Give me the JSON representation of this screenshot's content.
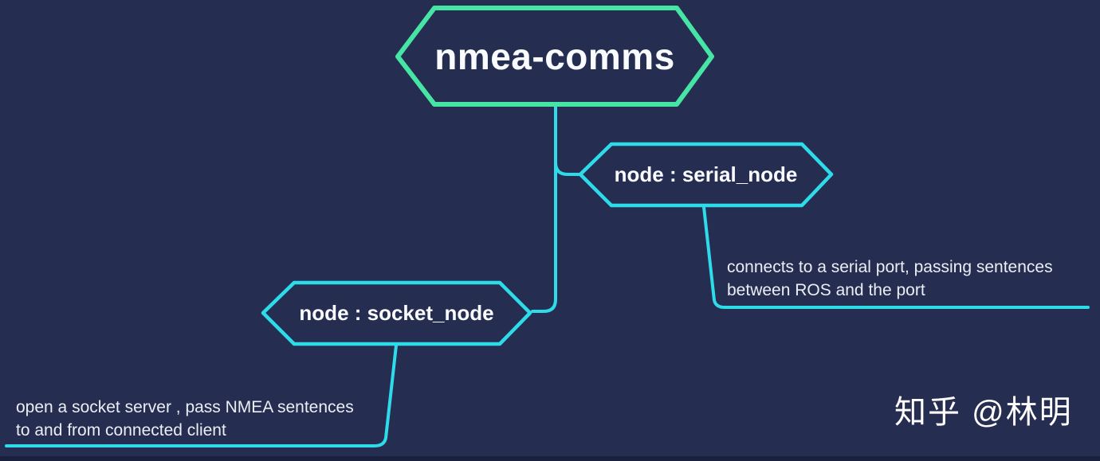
{
  "canvas": {
    "background": "#252D51",
    "root_border_color": "#47E5A5",
    "branch_color": "#2EDCE9",
    "text_color": "#FAFBFE"
  },
  "root_node": {
    "label": "nmea-comms"
  },
  "children": [
    {
      "label": "node : serial_node",
      "note_lines": [
        "connects to a serial port, passing sentences",
        "between ROS and the port"
      ]
    },
    {
      "label": "node : socket_node",
      "note_lines": [
        "open a socket server , pass NMEA sentences",
        "to and from connected client"
      ]
    }
  ],
  "watermark": {
    "text": "知乎 @林明"
  }
}
